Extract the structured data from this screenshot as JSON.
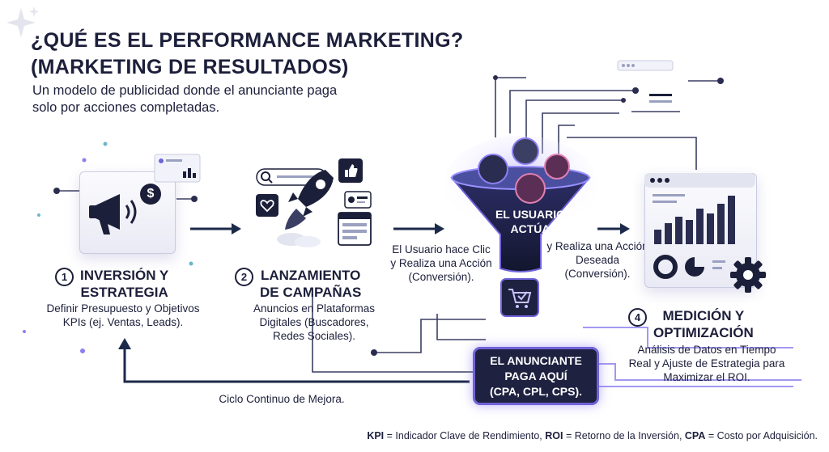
{
  "title_line1": "¿QUÉ ES EL PERFORMANCE MARKETING?",
  "title_line2": "(MARKETING DE RESULTADOS)",
  "subtitle": "Un modelo de publicidad donde el anunciante paga solo por acciones completadas.",
  "steps": [
    {
      "number": "1",
      "title_line1": "INVERSIÓN Y",
      "title_line2": "ESTRATEGIA",
      "description": "Definir Presupuesto y Objetivos KPIs (ej. Ventas, Leads)."
    },
    {
      "number": "2",
      "title_line1": "LANZAMIENTO",
      "title_line2": "DE CAMPAÑAS",
      "description": "Anuncios en Plataformas Digitales (Buscadores, Redes Sociales)."
    },
    {
      "number": "4",
      "title_line1": "MEDICIÓN Y",
      "title_line2": "OPTIMIZACIÓN",
      "description": "Análisis de Datos en Tiempo Real y Ajuste de Estrategia para Maximizar el ROI."
    }
  ],
  "funnel_label_line1": "EL USUARIO",
  "funnel_label_line2": "ACTÚA",
  "click_note": "El Usuario hace Clic y Realiza una Acción (Conversión).",
  "action_note": "y Realiza una Acción Deseada (Conversión).",
  "pay_box": {
    "line1": "EL ANUNCIANTE",
    "line2": "PAGA AQUÍ",
    "line3": "(CPA, CPL, CPS)."
  },
  "cycle_label": "Ciclo Continuo de Mejora.",
  "footer": {
    "kpi_abbr": "KPI",
    "kpi_text": " = Indicador Clave de Rendimiento, ",
    "roi_abbr": "ROI",
    "roi_text": " = Retorno de la Inversión, ",
    "cpa_abbr": "CPA",
    "cpa_text": " = Costo por Adquisición."
  },
  "colors": {
    "navy": "#1c1f3a",
    "accent": "#6f63d8",
    "panel": "#eceef7"
  },
  "icons": [
    "sparkle-icon",
    "megaphone-icon",
    "dollar-icon",
    "chart-card-icon",
    "search-bar-icon",
    "thumbs-up-icon",
    "heart-icon",
    "rocket-icon",
    "id-card-icon",
    "browser-icon",
    "funnel-icon",
    "user-avatar-icon",
    "cart-check-icon",
    "gear-icon",
    "dashboard-icon"
  ]
}
